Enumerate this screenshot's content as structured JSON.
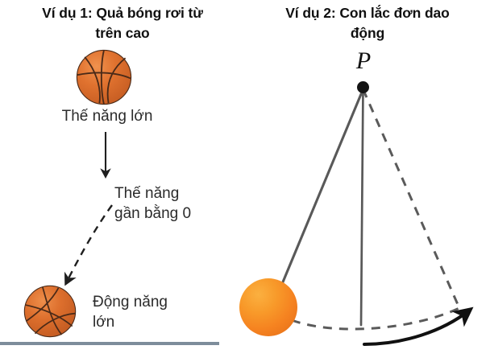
{
  "diagram": {
    "title_example_1": "Ví dụ 1: Quả bóng rơi từ\ntrên cao",
    "title_example_2": "Ví dụ 2: Con lắc đơn dao\nđộng",
    "background_color": "#ffffff"
  },
  "left_panel": {
    "title": "Ví dụ 1: Quả bóng rơi từ trên cao",
    "title_line_1": "Ví dụ 1: Quả bóng rơi từ",
    "title_line_2": "trên cao",
    "labels": {
      "high_potential_energy": "Thế năng lớn",
      "near_zero_potential_energy": "Thế năng\ngần bằng 0",
      "near_zero_line_1": "Thế năng",
      "near_zero_line_2": "gần bằng 0",
      "high_kinetic_energy": "Động năng\nlớn",
      "kinetic_line_1": "Động năng",
      "kinetic_line_2": "lớn"
    },
    "icons": {
      "ball_top": "basketball-icon",
      "ball_bottom": "basketball-icon",
      "down_arrow": "down-arrow-icon",
      "dashed_fall_arrow": "dashed-curved-arrow-icon",
      "ground": "ground-line"
    },
    "colors": {
      "basketball_fill": "#e0722f",
      "basketball_seam": "#4a2a18",
      "ground_line": "#7d8d9b",
      "arrow": "#1f1f1f"
    }
  },
  "right_panel": {
    "title": "Ví dụ 2: Con lắc đơn dao động",
    "title_line_1": "Ví dụ 2: Con lắc đơn dao",
    "title_line_2": "động",
    "labels": {
      "pivot": "P"
    },
    "icons": {
      "pivot_dot": "pivot-point-icon",
      "bob": "pendulum-bob-icon",
      "string_left": "pendulum-string-solid",
      "string_vertical": "pendulum-string-vertical",
      "string_right": "pendulum-string-dashed",
      "swing_arc": "dashed-arc-path",
      "direction_arrow": "curved-direction-arrow-icon"
    },
    "colors": {
      "bob_fill": "#f58220",
      "string": "#595959",
      "dashed": "#5a5a5a",
      "pivot": "#141414",
      "arrow": "#111111"
    }
  }
}
